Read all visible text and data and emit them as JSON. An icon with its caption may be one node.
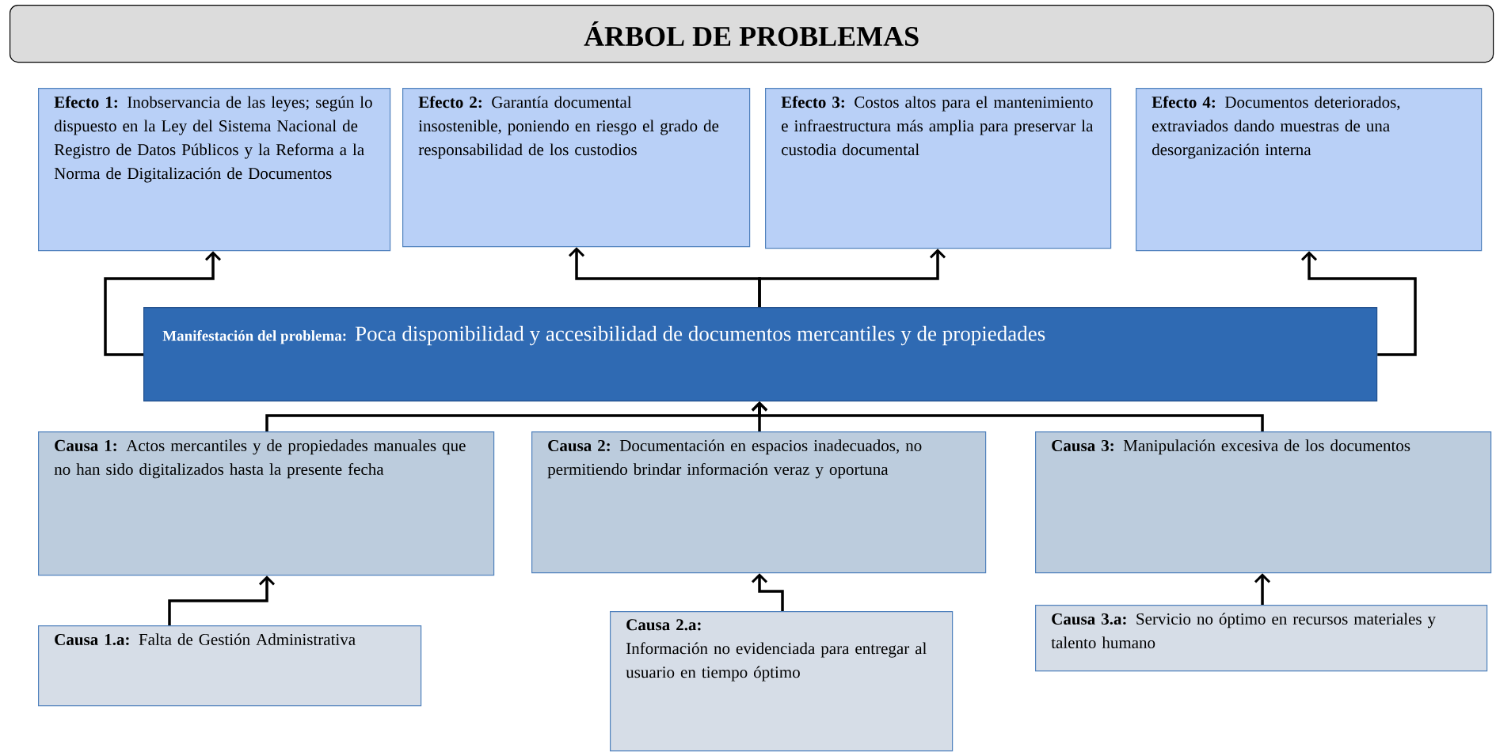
{
  "diagram": {
    "title": "ÁRBOL DE PROBLEMAS",
    "nodes": [
      {
        "text": [
          "**Efecto 1:** Inobservancia de las leyes; según lo dispuesto en la Ley del Sistema Nacional de Registro de Datos Públicos y la Reforma a la Norma de Digitalización de Documentos"
        ]
      },
      {
        "text": [
          "**Efecto 2:** Garantía documental insostenible, poniendo en riesgo el grado de responsabilidad de los custodios"
        ]
      },
      {
        "text": [
          "**Efecto 3:** Costos altos para el mantenimiento e infraestructura más amplia para preservar la custodia documental"
        ]
      },
      {
        "text": [
          "**Efecto 4:** Documentos deteriorados, extraviados dando muestras de una desorganización interna"
        ]
      },
      {
        "text": [
          "Manifestación del problema:",
          "Poca disponibilidad y accesibilidad de documentos mercantiles y de propiedades"
        ]
      },
      {
        "text": [
          "**Causa 1:** Actos mercantiles y de propiedades manuales que no han sido digitalizados hasta la presente fecha"
        ]
      },
      {
        "text": [
          "**Causa 2:** Documentación en espacios inadecuados, no permitiendo brindar información veraz y oportuna"
        ]
      },
      {
        "text": [
          "**Causa 3:** Manipulación excesiva de los documentos"
        ]
      },
      {
        "text": [
          "**Causa 1.a:** Falta de Gestión Administrativa"
        ]
      },
      {
        "text": [
          "Causa 2.a:",
          "Información no evidenciada para entregar al usuario en tiempo óptimo"
        ]
      },
      {
        "text": [
          "**Causa 3.a:** Servicio no óptimo en recursos materiales y talento humano"
        ]
      }
    ],
    "edges": [
      {
        "from": 4,
        "to": 0,
        "arrow": "to"
      },
      {
        "from": 4,
        "to": 1,
        "arrow": "to"
      },
      {
        "from": 4,
        "to": 2,
        "arrow": "to"
      },
      {
        "from": 4,
        "to": 3,
        "arrow": "to"
      },
      {
        "from": 5,
        "to": 4,
        "arrow": "to"
      },
      {
        "from": 6,
        "to": 4,
        "arrow": "to"
      },
      {
        "from": 7,
        "to": 4,
        "arrow": "to"
      },
      {
        "from": 8,
        "to": 5,
        "arrow": "to"
      },
      {
        "from": 9,
        "to": 6,
        "arrow": "to"
      },
      {
        "from": 10,
        "to": 7,
        "arrow": "to"
      }
    ]
  }
}
